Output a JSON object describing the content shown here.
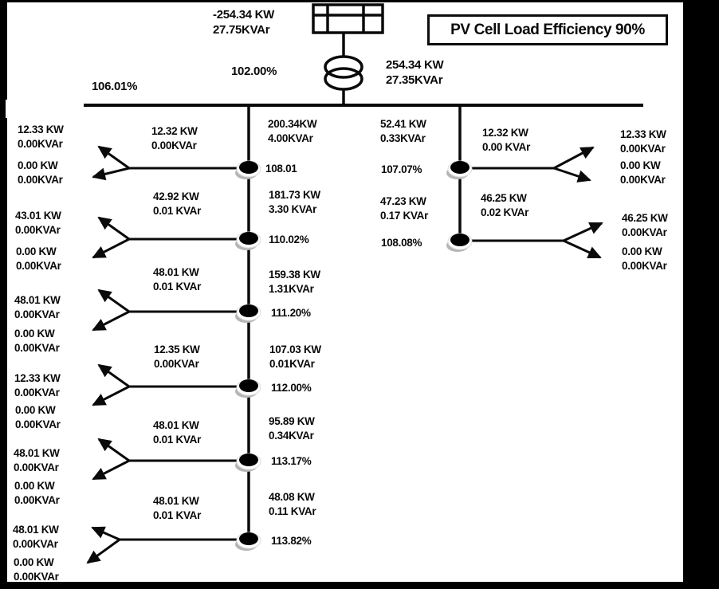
{
  "title": "PV Cell Load Efficiency 90%",
  "source": {
    "pv_output_kw": "-254.34 KW",
    "pv_output_kvar": "27.75KVAr",
    "transformer_tap": "102.00%",
    "secondary_kw": "254.34 KW",
    "secondary_kvar": "27.35KVAr",
    "bus_voltage": "106.01%"
  },
  "left_feeder": {
    "nodes": [
      {
        "voltage": "108.01",
        "feed_kw": "200.34KW",
        "feed_kvar": "4.00KVAr",
        "branch_kw": "12.32 KW",
        "branch_kvar": "0.00KVAr",
        "load_a_kw": "12.33 KW",
        "load_a_kvar": "0.00KVAr",
        "load_b_kw": "0.00 KW",
        "load_b_kvar": "0.00KVAr"
      },
      {
        "voltage": "110.02%",
        "feed_kw": "181.73 KW",
        "feed_kvar": "3.30 KVAr",
        "branch_kw": "42.92 KW",
        "branch_kvar": "0.01 KVAr",
        "load_a_kw": "43.01 KW",
        "load_a_kvar": "0.00KVAr",
        "load_b_kw": "0.00 KW",
        "load_b_kvar": "0.00KVAr"
      },
      {
        "voltage": "111.20%",
        "feed_kw": "159.38 KW",
        "feed_kvar": "1.31KVAr",
        "branch_kw": "48.01 KW",
        "branch_kvar": "0.01 KVAr",
        "load_a_kw": "48.01 KW",
        "load_a_kvar": "0.00KVAr",
        "load_b_kw": "0.00 KW",
        "load_b_kvar": "0.00KVAr"
      },
      {
        "voltage": "112.00%",
        "feed_kw": "107.03 KW",
        "feed_kvar": "0.01KVAr",
        "branch_kw": "12.35 KW",
        "branch_kvar": "0.00KVAr",
        "load_a_kw": "12.33 KW",
        "load_a_kvar": "0.00KVAr",
        "load_b_kw": "0.00 KW",
        "load_b_kvar": "0.00KVAr"
      },
      {
        "voltage": "113.17%",
        "feed_kw": "95.89 KW",
        "feed_kvar": "0.34KVAr",
        "branch_kw": "48.01 KW",
        "branch_kvar": "0.01 KVAr",
        "load_a_kw": "48.01 KW",
        "load_a_kvar": "0.00KVAr",
        "load_b_kw": "0.00 KW",
        "load_b_kvar": "0.00KVAr"
      },
      {
        "voltage": "113.82%",
        "feed_kw": "48.08 KW",
        "feed_kvar": "0.11 KVAr",
        "branch_kw": "48.01 KW",
        "branch_kvar": "0.01 KVAr",
        "load_a_kw": "48.01 KW",
        "load_a_kvar": "0.00KVAr",
        "load_b_kw": "0.00 KW",
        "load_b_kvar": "0.00KVAr"
      }
    ]
  },
  "right_feeder": {
    "nodes": [
      {
        "voltage": "107.07%",
        "feed_kw": "52.41 KW",
        "feed_kvar": "0.33KVAr",
        "branch_kw": "12.32 KW",
        "branch_kvar": "0.00 KVAr",
        "load_a_kw": "12.33 KW",
        "load_a_kvar": "0.00KVAr",
        "load_b_kw": "0.00 KW",
        "load_b_kvar": "0.00KVAr"
      },
      {
        "voltage": "108.08%",
        "feed_kw": "47.23 KW",
        "feed_kvar": "0.17 KVAr",
        "branch_kw": "46.25 KW",
        "branch_kvar": "0.02 KVAr",
        "load_a_kw": "46.25 KW",
        "load_a_kvar": "0.00KVAr",
        "load_b_kw": "0.00 KW",
        "load_b_kvar": "0.00KVAr"
      }
    ]
  }
}
